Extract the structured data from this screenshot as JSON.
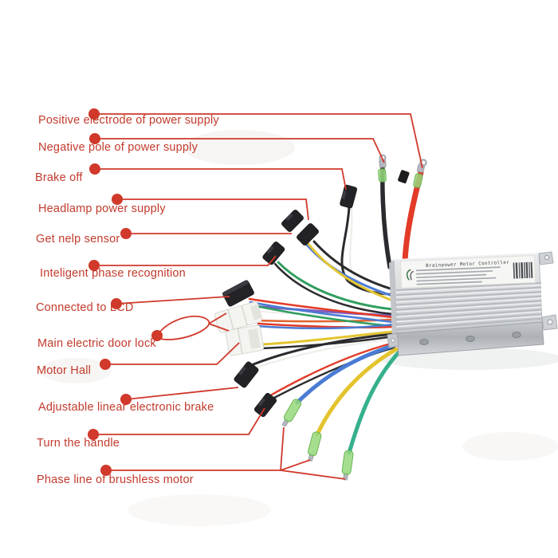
{
  "labels": [
    {
      "id": "positive",
      "text": "Positive electrode of power supply"
    },
    {
      "id": "negative",
      "text": "Negative pole of power supply"
    },
    {
      "id": "brake-off",
      "text": "Brake off"
    },
    {
      "id": "headlamp",
      "text": "Headlamp power supply"
    },
    {
      "id": "get-help",
      "text": "Get nelp sensor"
    },
    {
      "id": "phase-recognition",
      "text": "Inteligent phase recognition"
    },
    {
      "id": "lcd",
      "text": "Connected to LCD"
    },
    {
      "id": "door-lock",
      "text": "Main electric door lock"
    },
    {
      "id": "motor-hall",
      "text": "Motor Hall"
    },
    {
      "id": "linear-brake",
      "text": "Adjustable linear electronic brake"
    },
    {
      "id": "throttle",
      "text": "Turn the handle"
    },
    {
      "id": "phase-line",
      "text": "Phase line of brushless motor"
    }
  ],
  "controller": {
    "label_title": "Brainpower Motor Controller"
  },
  "colors": {
    "annotation": "#d0392b",
    "label_text": "#c23a2c",
    "wire_red": "#e23b28",
    "wire_black": "#2b2b2f",
    "wire_white": "#eeeeec",
    "wire_blue": "#4a7bd4",
    "wire_yellow": "#e3c42f",
    "wire_green": "#2f9e5f",
    "wire_teal": "#35b08d",
    "wire_purple": "#7b5cc0",
    "wire_orange": "#e0622f",
    "connector_dark": "#232327",
    "connector_white": "#f4f4f1",
    "bullet_green": "#97d87d",
    "box_silver": "#d8dadc",
    "terminal_silver": "#b4b8bf"
  }
}
